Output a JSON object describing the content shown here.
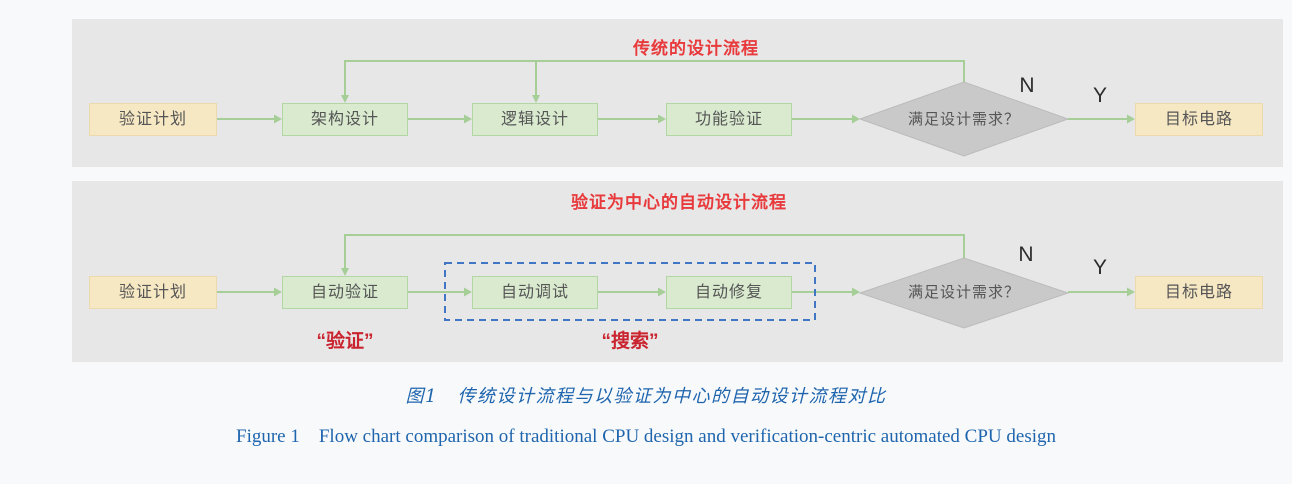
{
  "figure": {
    "caption_zh": "图1　传统设计流程与以验证为中心的自动设计流程对比",
    "caption_en": "Figure 1　Flow chart comparison of traditional CPU design and verification-centric automated CPU design"
  },
  "traditional": {
    "title": "传统的设计流程",
    "plan": "验证计划",
    "steps": [
      "架构设计",
      "逻辑设计",
      "功能验证"
    ],
    "decision": "满足设计需求？",
    "no_label": "N",
    "yes_label": "Y",
    "target": "目标电路"
  },
  "automated": {
    "title": "验证为中心的自动设计流程",
    "plan": "验证计划",
    "verify_step": "自动验证",
    "search_steps": [
      "自动调试",
      "自动修复"
    ],
    "decision": "满足设计需求？",
    "no_label": "N",
    "yes_label": "Y",
    "target": "目标电路",
    "verify_annotation": "“验证”",
    "search_annotation": "“搜索”"
  },
  "colors": {
    "page_bg": "#f8f9fa",
    "panel_bg": "#e7e7e7",
    "step_fill": "#d9eacf",
    "step_border": "#b3d6a5",
    "terminal_fill": "#f7e8c4",
    "terminal_border": "#ecd9ae",
    "decision_fill": "#c9c9c9",
    "decision_border": "#bbbbbb",
    "arrow_green": "#a6ce97",
    "title_red": "#e83a3c",
    "annotation_red": "#c9242f",
    "search_group_dashed_blue": "#4076c4",
    "caption_blue": "#1e65ae"
  }
}
